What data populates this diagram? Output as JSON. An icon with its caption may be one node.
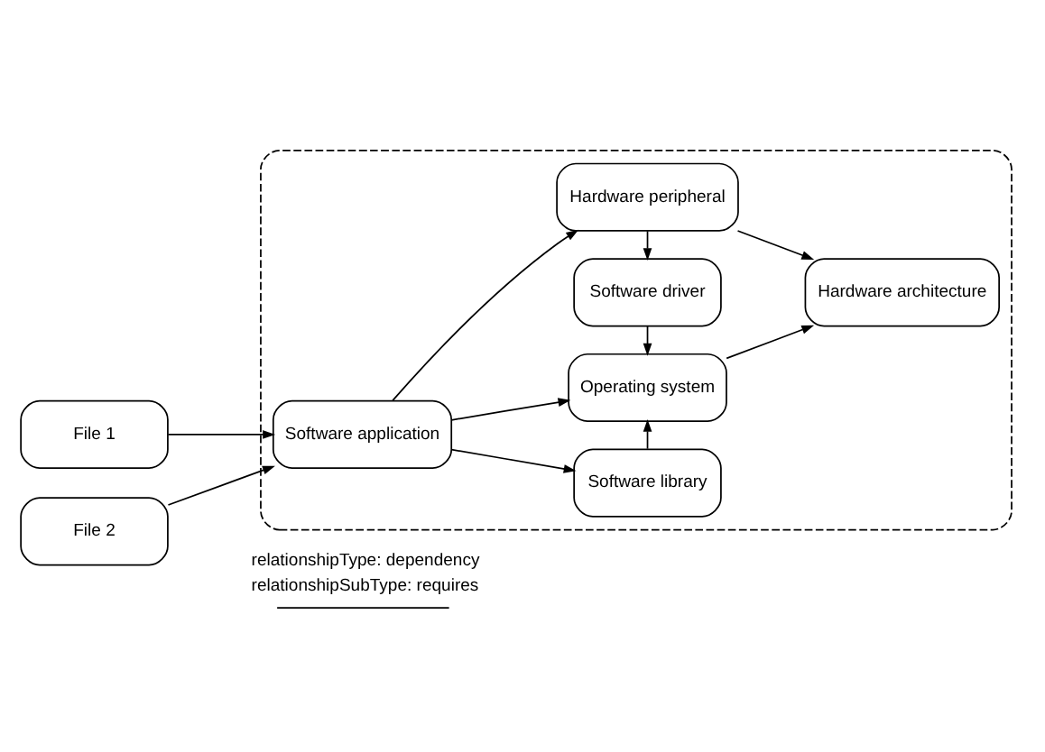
{
  "diagram": {
    "nodes": [
      {
        "text": [],
        "shape": "box"
      },
      {
        "text": [
          "Software application"
        ],
        "in": 0
      },
      {
        "text": [
          "Hardware peripheral"
        ],
        "in": 0
      },
      {
        "text": [
          "Software driver"
        ],
        "in": 0
      },
      {
        "text": [
          "Operating system"
        ],
        "in": 0
      },
      {
        "text": [
          "Software library"
        ],
        "in": 0
      },
      {
        "text": [
          "Hardware architecture"
        ],
        "in": 0
      },
      {
        "text": [
          "File 1"
        ]
      },
      {
        "text": [
          "File 2"
        ]
      }
    ],
    "edges": [
      {
        "from": 1,
        "to": 2,
        "arrow": "to"
      },
      {
        "from": 1,
        "to": 4,
        "arrow": "to"
      },
      {
        "from": 1,
        "to": 5,
        "arrow": "to"
      },
      {
        "from": 2,
        "to": 3,
        "arrow": "to"
      },
      {
        "from": 3,
        "to": 4,
        "arrow": "to"
      },
      {
        "from": 5,
        "to": 4,
        "arrow": "to"
      },
      {
        "from": 2,
        "to": 6,
        "arrow": "to"
      },
      {
        "from": 4,
        "to": 6,
        "arrow": "to"
      },
      {
        "from": 7,
        "to": 1,
        "arrow": "to"
      },
      {
        "from": 8,
        "to": 1,
        "arrow": "to"
      }
    ],
    "legend": [
      {
        "text": "relationshipType: dependency"
      },
      {
        "text": "relationshipSubType: requires"
      }
    ]
  }
}
